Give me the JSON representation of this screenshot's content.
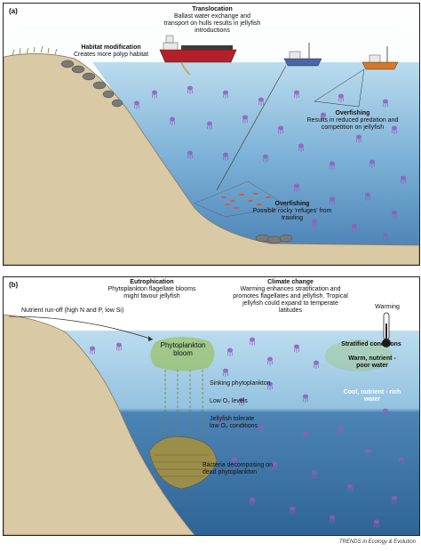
{
  "panel_a": {
    "label": "(a)",
    "translocation": {
      "title": "Translocation",
      "body": "Ballast water exchange and transport on hulls results in jellyfish introductions"
    },
    "habitat": {
      "title": "Habitat modification",
      "body": "Creates more polyp habitat"
    },
    "overfishing1": {
      "title": "Overfishing",
      "body": "Results in reduced predation and competition on jellyfish"
    },
    "overfishing2": {
      "title": "Overfishing",
      "body": "Possible rocky 'refuges' from trawling"
    }
  },
  "panel_b": {
    "label": "(b)",
    "eutrophication": {
      "title": "Eutrophication",
      "body": "Phytoplankton flagellate blooms might favour jellyfish"
    },
    "climate": {
      "title": "Climate change",
      "body": "Warming enhances stratification and promotes flagellates and jellyfish. Tropical jellyfish could expand to temperate latitudes"
    },
    "nutrient": "Nutrient run-off (high N and P, low Si)",
    "bloom": "Phytoplankton bloom",
    "warming": "Warming",
    "stratified": "Stratified conditions",
    "warm_water": "Warm, nutrient - poor water",
    "cool_water": "Cool, nutrient - rich water",
    "sinking": "Sinking phytoplankton",
    "low_o2": "Low O₂ levels",
    "tolerate": "Jellyfish tolerate low O₂ conditions",
    "bacteria": "Bacteria decomposing on dead phytoplankton"
  },
  "footer": "TRENDS in Ecology & Evolution",
  "colors": {
    "sea_light": "#a9cfe6",
    "sea_deep": "#5d97c4",
    "sea_bottom": "#3a6e9e",
    "land": "#d9c9a5",
    "jelly": "#8e5fb8",
    "ship_red": "#b3202a",
    "bloom": "#9bc26a"
  }
}
